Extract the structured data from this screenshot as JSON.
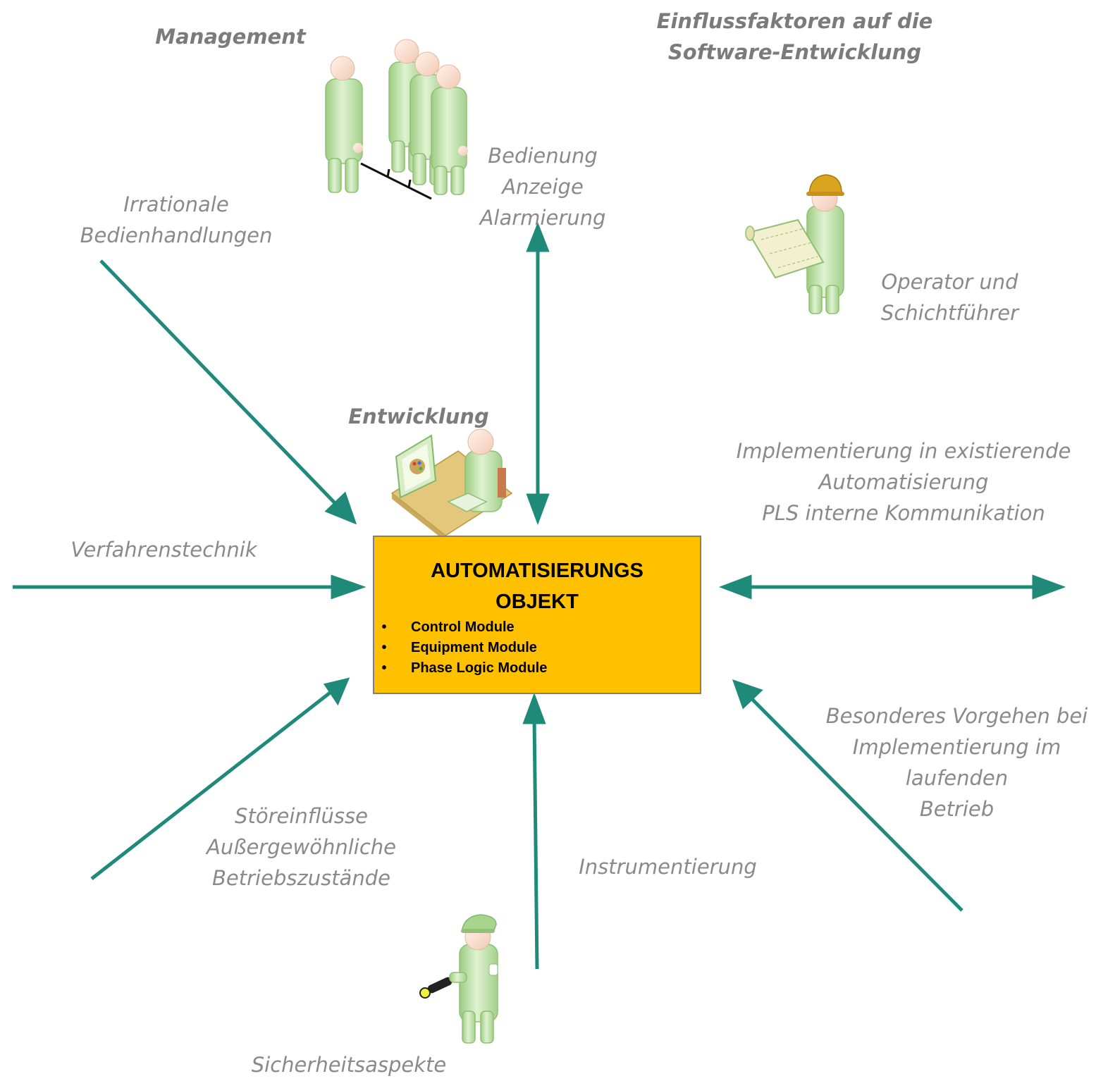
{
  "title": {
    "line1": "Einflussfaktoren auf die",
    "line2": "Software-Entwicklung"
  },
  "headings": {
    "management": "Management",
    "entwicklung": "Entwicklung"
  },
  "labels": {
    "bedienung": [
      "Bedienung",
      "Anzeige",
      "Alarmierung"
    ],
    "irrationale": [
      "Irrationale",
      "Bedienhandlungen"
    ],
    "operator": [
      "Operator und",
      "Schichtführer"
    ],
    "implementierung": [
      "Implementierung in existierende",
      "Automatisierung",
      "PLS interne Kommunikation"
    ],
    "verfahrenstechnik": "Verfahrenstechnik",
    "besonderes": [
      "Besonderes Vorgehen bei",
      "Implementierung im",
      "laufenden",
      "Betrieb"
    ],
    "stoereinfluesse": [
      "Störeinflüsse",
      "Außergewöhnliche",
      "Betriebszustände"
    ],
    "instrumentierung": "Instrumentierung",
    "sicherheit": "Sicherheitsaspekte"
  },
  "center_box": {
    "title_line1": "AUTOMATISIERUNGS",
    "title_line2": "OBJEKT",
    "bullet": "•",
    "items": [
      "Control Module",
      "Equipment Module",
      "Phase Logic Module"
    ]
  },
  "colors": {
    "arrow": "#1f8a7a",
    "box_fill": "#ffc000",
    "label_text": "#8a8a8a",
    "figure_green": "#c8e6b4"
  }
}
